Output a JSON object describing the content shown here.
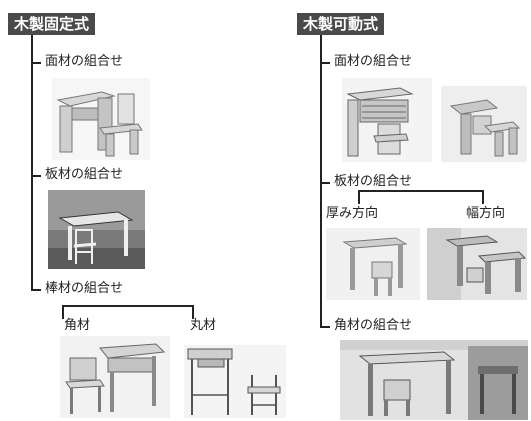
{
  "fixed": {
    "title": "木製固定式",
    "branches": [
      {
        "label": "面材の組合せ",
        "photo": "fixed-panel-desk-chair"
      },
      {
        "label": "板材の組合せ",
        "photo": "fixed-board-desk-chair"
      },
      {
        "label": "棒材の組合せ",
        "subbranches": [
          {
            "label": "角材",
            "photo": "square-bar-desk-chair"
          },
          {
            "label": "丸材",
            "photo": "round-bar-desk-chair"
          }
        ]
      }
    ]
  },
  "movable": {
    "title": "木製可動式",
    "branches": [
      {
        "label": "面材の組合せ",
        "photos": [
          "movable-panel-desk-chair",
          "movable-panel-stacked"
        ]
      },
      {
        "label": "板材の組合せ",
        "subbranches": [
          {
            "label": "厚み方向",
            "photo": "thickness-direction-desk"
          },
          {
            "label": "幅方向",
            "photo": "width-direction-desks"
          }
        ]
      },
      {
        "label": "角材の組合せ",
        "photo": "movable-square-bar-desks"
      }
    ]
  }
}
